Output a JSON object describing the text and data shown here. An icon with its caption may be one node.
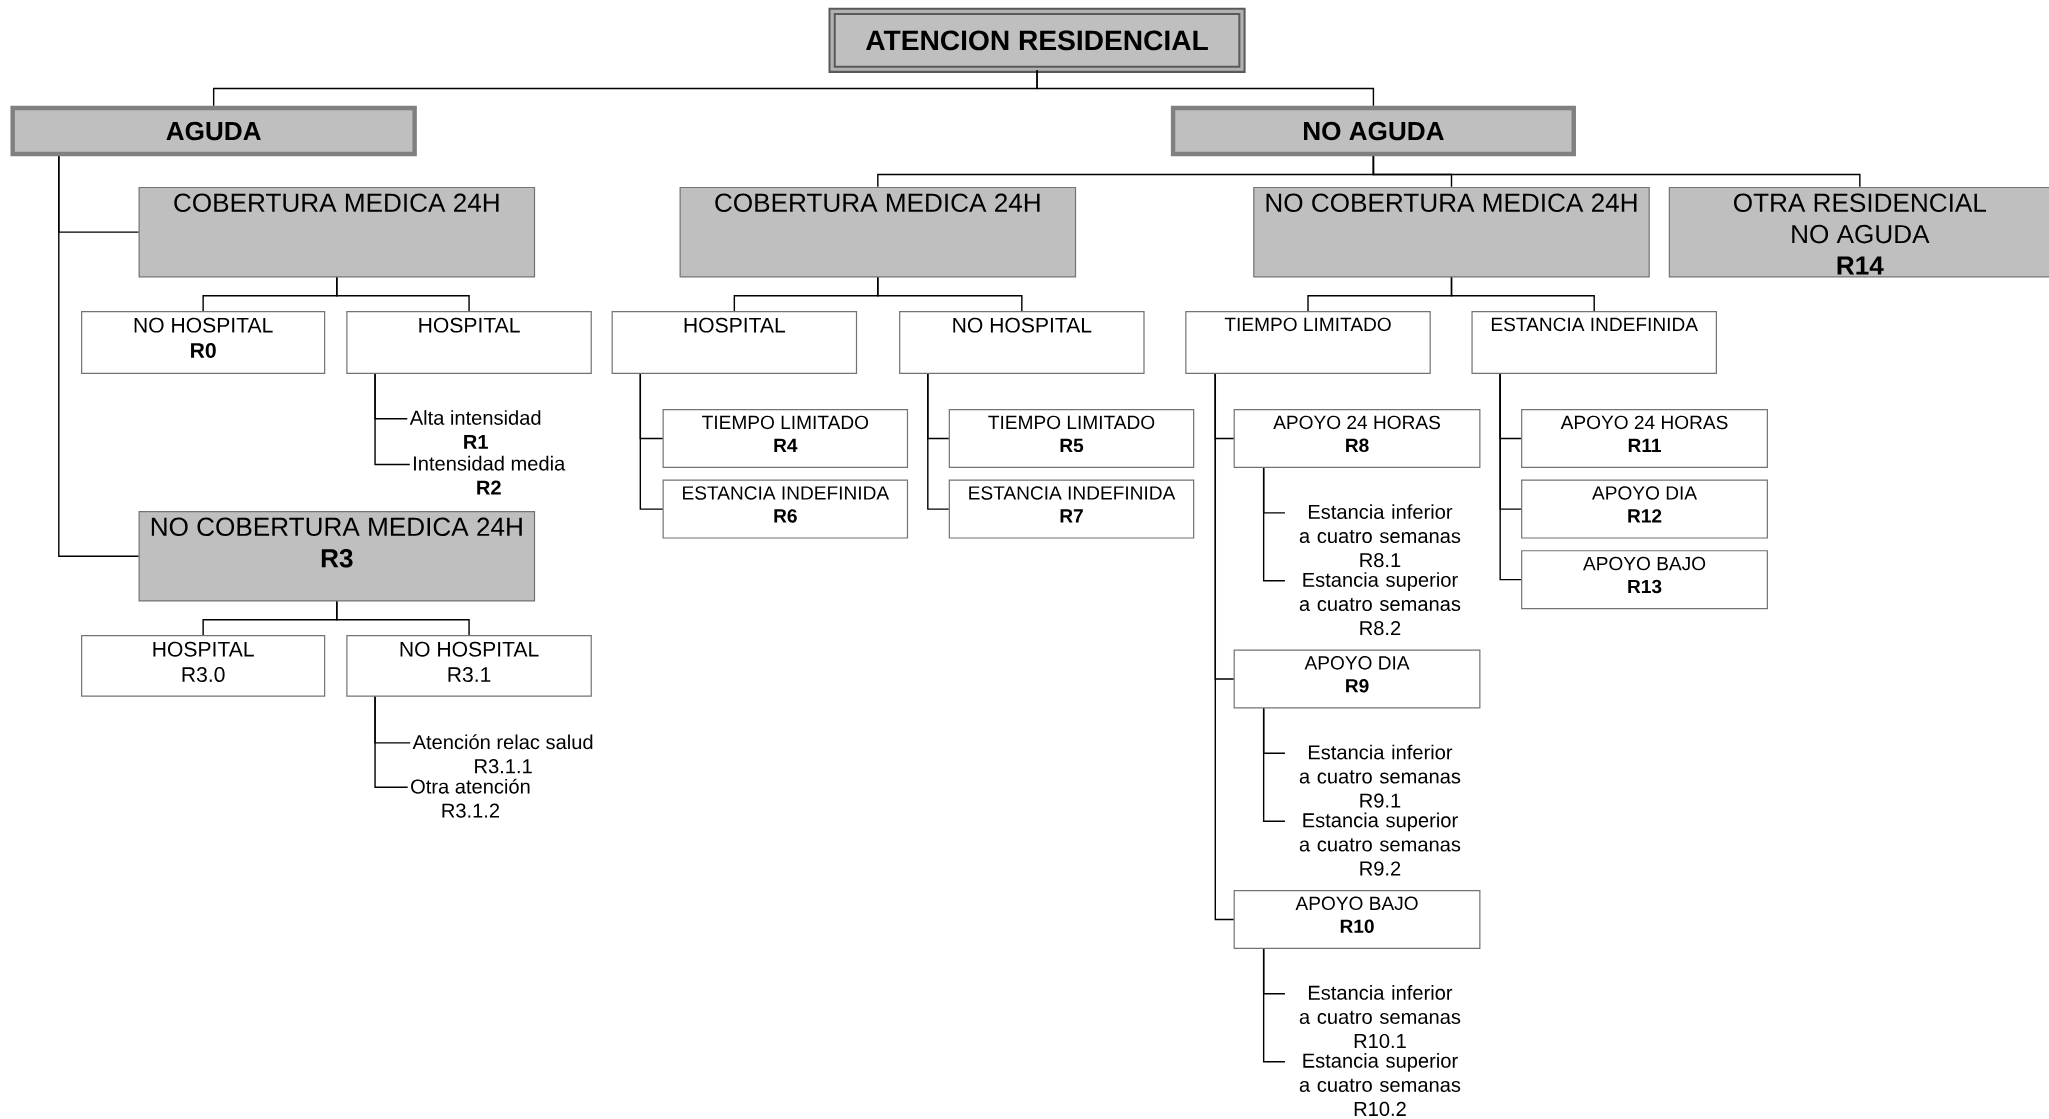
{
  "diagram": {
    "nodes": [
      {
        "text": [
          "ATENCION RESIDENCIAL"
        ]
      },
      {
        "text": [
          "AGUDA"
        ]
      },
      {
        "text": [
          "NO AGUDA"
        ]
      },
      {
        "text": [
          "COBERTURA MEDICA 24H"
        ]
      },
      {
        "text": [
          "NO HOSPITAL",
          "R0"
        ]
      },
      {
        "text": [
          "HOSPITAL"
        ]
      },
      {
        "text": [
          "Alta intensidad",
          "R1"
        ]
      },
      {
        "text": [
          "Intensidad media",
          "R2"
        ]
      },
      {
        "text": [
          "NO COBERTURA MEDICA 24H",
          "R3"
        ]
      },
      {
        "text": [
          "HOSPITAL",
          "R3.0"
        ]
      },
      {
        "text": [
          "NO HOSPITAL",
          "R3.1"
        ]
      },
      {
        "text": [
          "Atención relac salud",
          "R3.1.1"
        ]
      },
      {
        "text": [
          "Otra atención",
          "R3.1.2"
        ]
      },
      {
        "text": [
          "COBERTURA MEDICA 24H"
        ]
      },
      {
        "text": [
          "HOSPITAL"
        ]
      },
      {
        "text": [
          "NO HOSPITAL"
        ]
      },
      {
        "text": [
          "TIEMPO LIMITADO",
          "R4"
        ]
      },
      {
        "text": [
          "ESTANCIA INDEFINIDA",
          "R6"
        ]
      },
      {
        "text": [
          "TIEMPO LIMITADO",
          "R5"
        ]
      },
      {
        "text": [
          "ESTANCIA INDEFINIDA",
          "R7"
        ]
      },
      {
        "text": [
          "NO COBERTURA MEDICA 24H"
        ]
      },
      {
        "text": [
          "OTRA RESIDENCIAL NO AGUDA",
          "R14"
        ]
      },
      {
        "text": [
          "TIEMPO LIMITADO"
        ]
      },
      {
        "text": [
          "ESTANCIA INDEFINIDA"
        ]
      },
      {
        "text": [
          "APOYO 24 HORAS",
          "R8"
        ]
      },
      {
        "text": [
          "Estancia inferior a cuatro semanas",
          "R8.1"
        ]
      },
      {
        "text": [
          "Estancia superior a cuatro semanas",
          "R8.2"
        ]
      },
      {
        "text": [
          "APOYO DIA",
          "R9"
        ]
      },
      {
        "text": [
          "Estancia inferior a cuatro semanas",
          "R9.1"
        ]
      },
      {
        "text": [
          "Estancia superior a cuatro semanas",
          "R9.2"
        ]
      },
      {
        "text": [
          "APOYO BAJO",
          "R10"
        ]
      },
      {
        "text": [
          "Estancia inferior a cuatro semanas",
          "R10.1"
        ]
      },
      {
        "text": [
          "Estancia superior a cuatro semanas",
          "R10.2"
        ]
      },
      {
        "text": [
          "APOYO 24 HORAS",
          "R11"
        ]
      },
      {
        "text": [
          "APOYO DIA",
          "R12"
        ]
      },
      {
        "text": [
          "APOYO BAJO",
          "R13"
        ]
      }
    ],
    "edges": [
      {
        "from": 0,
        "to": 1,
        "arrow": "none"
      },
      {
        "from": 0,
        "to": 2,
        "arrow": "none"
      },
      {
        "from": 1,
        "to": 3,
        "arrow": "none"
      },
      {
        "from": 1,
        "to": 8,
        "arrow": "none"
      },
      {
        "from": 3,
        "to": 4,
        "arrow": "none"
      },
      {
        "from": 3,
        "to": 5,
        "arrow": "none"
      },
      {
        "from": 5,
        "to": 6,
        "arrow": "none"
      },
      {
        "from": 5,
        "to": 7,
        "arrow": "none"
      },
      {
        "from": 8,
        "to": 9,
        "arrow": "none"
      },
      {
        "from": 8,
        "to": 10,
        "arrow": "none"
      },
      {
        "from": 10,
        "to": 11,
        "arrow": "none"
      },
      {
        "from": 10,
        "to": 12,
        "arrow": "none"
      },
      {
        "from": 2,
        "to": 13,
        "arrow": "none"
      },
      {
        "from": 2,
        "to": 20,
        "arrow": "none"
      },
      {
        "from": 2,
        "to": 21,
        "arrow": "none"
      },
      {
        "from": 13,
        "to": 14,
        "arrow": "none"
      },
      {
        "from": 13,
        "to": 15,
        "arrow": "none"
      },
      {
        "from": 14,
        "to": 16,
        "arrow": "none"
      },
      {
        "from": 14,
        "to": 17,
        "arrow": "none"
      },
      {
        "from": 15,
        "to": 18,
        "arrow": "none"
      },
      {
        "from": 15,
        "to": 19,
        "arrow": "none"
      },
      {
        "from": 20,
        "to": 22,
        "arrow": "none"
      },
      {
        "from": 20,
        "to": 23,
        "arrow": "none"
      },
      {
        "from": 22,
        "to": 24,
        "arrow": "none"
      },
      {
        "from": 22,
        "to": 27,
        "arrow": "none"
      },
      {
        "from": 22,
        "to": 30,
        "arrow": "none"
      },
      {
        "from": 24,
        "to": 25,
        "arrow": "none"
      },
      {
        "from": 24,
        "to": 26,
        "arrow": "none"
      },
      {
        "from": 27,
        "to": 28,
        "arrow": "none"
      },
      {
        "from": 27,
        "to": 29,
        "arrow": "none"
      },
      {
        "from": 30,
        "to": 31,
        "arrow": "none"
      },
      {
        "from": 30,
        "to": 32,
        "arrow": "none"
      },
      {
        "from": 23,
        "to": 33,
        "arrow": "none"
      },
      {
        "from": 23,
        "to": 34,
        "arrow": "none"
      },
      {
        "from": 23,
        "to": 35,
        "arrow": "none"
      }
    ]
  }
}
